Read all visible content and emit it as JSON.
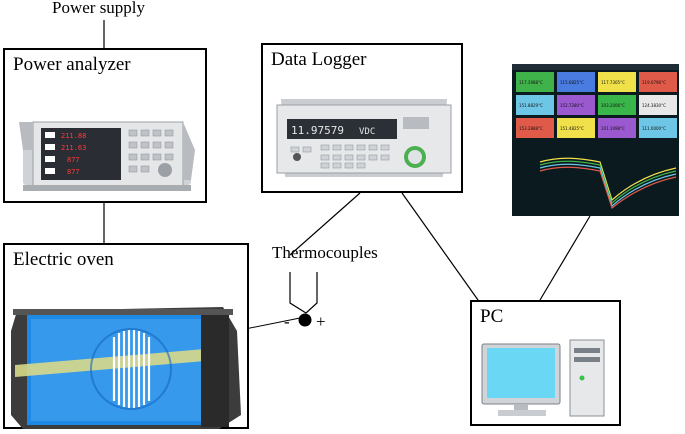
{
  "labels": {
    "power_supply": "Power supply",
    "power_analyzer": "Power analyzer",
    "data_logger": "Data Logger",
    "electric_oven": "Electric oven",
    "thermocouples": "Thermocouples",
    "pc": "PC",
    "minus": "-",
    "plus": "+"
  },
  "logger_display": {
    "reading": "11.97579",
    "unit": "VDC"
  },
  "analyzer_display": {
    "rows": [
      "211.88",
      "211.63",
      "877",
      "877"
    ]
  },
  "monitor_tiles": {
    "row1": [
      "117.3988°C",
      "115.6825°C",
      "117.7305°C",
      "119.0796°C"
    ],
    "row2": [
      "151.8829°C",
      "152.7280°C",
      "103.2006°C",
      "124.3830°C"
    ],
    "row3": [
      "153.2888°C",
      "151.4825°C",
      "101.1098°C",
      "111.0000°C"
    ],
    "colors": [
      "#4a7be0",
      "#39b54a",
      "#f0e04a",
      "#e05a4a",
      "#6ec6e6",
      "#9b59d0"
    ]
  },
  "colors": {
    "oven_blue": "#1e88e5",
    "oven_body": "#3c3c3c",
    "screen_cyan": "#6ad7f5",
    "monitor_bg": "#0a1a1e"
  }
}
